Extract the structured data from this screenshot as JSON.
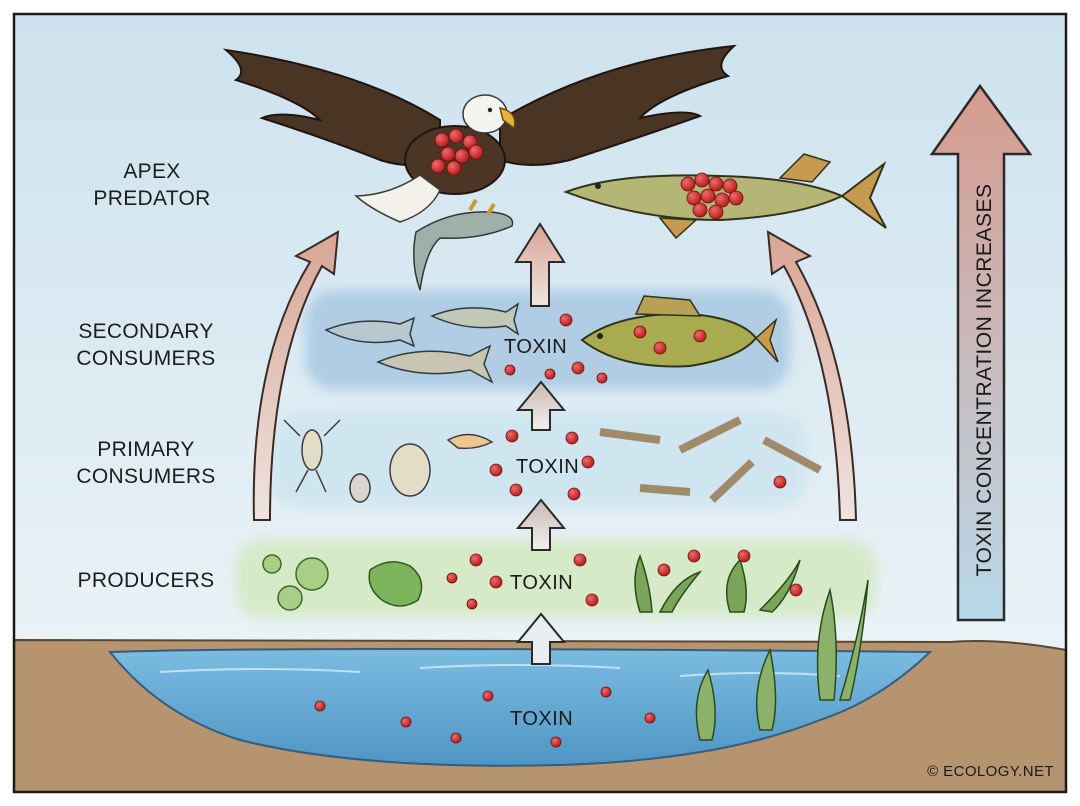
{
  "levels": {
    "apex": [
      "APEX",
      "PREDATOR"
    ],
    "secondary": [
      "SECONDARY",
      "CONSUMERS"
    ],
    "primary": [
      "PRIMARY",
      "CONSUMERS"
    ],
    "producers": [
      "PRODUCERS"
    ]
  },
  "toxin_labels": [
    "TOXIN",
    "TOXIN",
    "TOXIN",
    "TOXIN"
  ],
  "vertical_label": "TOXIN CONCENTRATION INCREASES",
  "credit": "© ECOLOGY.NET",
  "colors": {
    "sky_top": "#cfe3ee",
    "sky_bottom": "#eef5f8",
    "water": "#6aaed6",
    "ground": "#b08f6a",
    "toxin_dot": "#cc2a2a",
    "arrow_fill": "#d9a89b",
    "secondary_band": "#a9c8e2",
    "primary_band": "#cfe6f0",
    "producer_band": "#d8ecc9"
  }
}
